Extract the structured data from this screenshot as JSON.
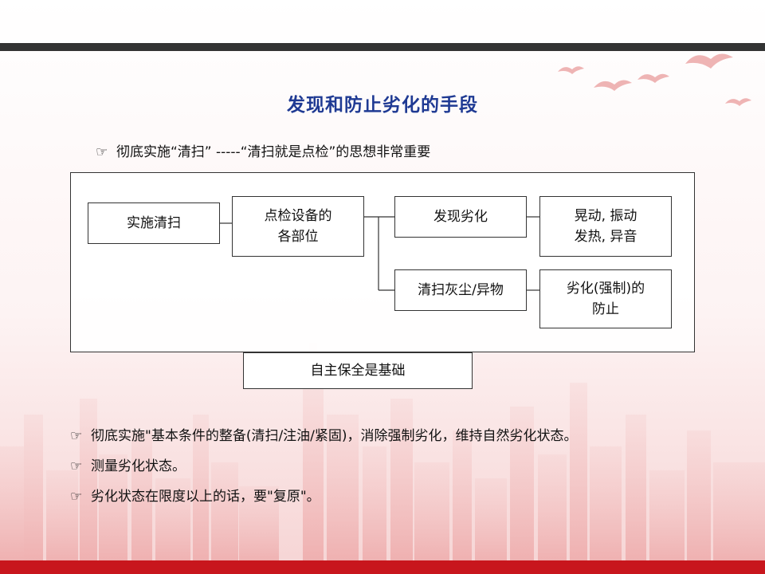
{
  "slide": {
    "title": "发现和防止劣化的手段",
    "intro": {
      "icon": "pointing-hand-icon",
      "icon_glyph": "☞",
      "text": "彻底实施“清扫” -----“清扫就是点检”的思想非常重要"
    },
    "diagram": {
      "nodes": {
        "implement_cleaning": "实施清扫",
        "inspect_parts": "点检设备的\n各部位",
        "find_deterioration": "发现劣化",
        "symptoms": "晃动, 振动\n发热, 异音",
        "clean_dust": "清扫灰尘/异物",
        "prevent_forced": "劣化(强制)的\n防止"
      },
      "base_label": "自主保全是基础"
    },
    "bullets": [
      {
        "icon": "pointing-hand-icon",
        "text": "彻底实施\"基本条件的整备(清扫/注油/紧固)，消除强制劣化，维持自然劣化状态。"
      },
      {
        "icon": "pointing-hand-icon",
        "text": "测量劣化状态。"
      },
      {
        "icon": "pointing-hand-icon",
        "text": "劣化状态在限度以上的话，要\"复原\"。"
      }
    ],
    "colors": {
      "title": "#1f3a93",
      "top_bar": "#333333",
      "bottom_bar": "#c8161d",
      "accent_red": "#d9343a"
    }
  }
}
